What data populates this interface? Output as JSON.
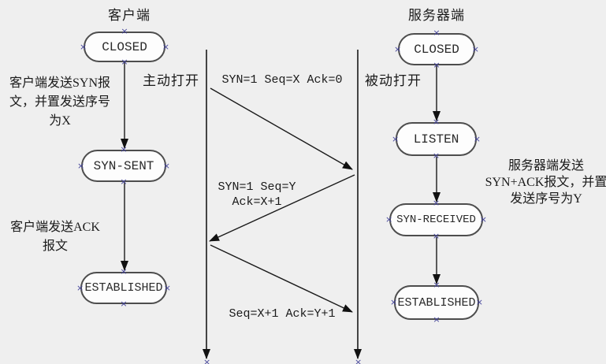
{
  "client": {
    "title": "客户端",
    "states": {
      "closed": "CLOSED",
      "syn_sent": "SYN-SENT",
      "established": "ESTABLISHED"
    },
    "annotations": {
      "open": "主动打开",
      "send_syn": {
        "line1": "客户端发送SYN报",
        "line2": "文，并置发送序号",
        "line3": "为X"
      },
      "send_ack": {
        "line1": "客户端发送ACK",
        "line2": "报文"
      }
    }
  },
  "server": {
    "title": "服务器端",
    "states": {
      "closed": "CLOSED",
      "listen": "LISTEN",
      "syn_received": "SYN-RECEIVED",
      "established": "ESTABLISHED"
    },
    "annotations": {
      "open": "被动打开",
      "send_synack": {
        "line1": "服务器端发送",
        "line2": "SYN+ACK报文，并置",
        "line3": "发送序号为Y"
      }
    }
  },
  "messages": {
    "syn": "SYN=1 Seq=X Ack=0",
    "synack_line1": "SYN=1 Seq=Y",
    "synack_line2": "Ack=X+1",
    "ack": "Seq=X+1 Ack=Y+1"
  },
  "icons": {
    "handle_glyph": "×"
  },
  "colors": {
    "background": "#efefef",
    "line": "#1a1a1a",
    "box_border": "#4d4d4d",
    "box_fill": "#fdfdfd",
    "handle": "#44449a"
  }
}
